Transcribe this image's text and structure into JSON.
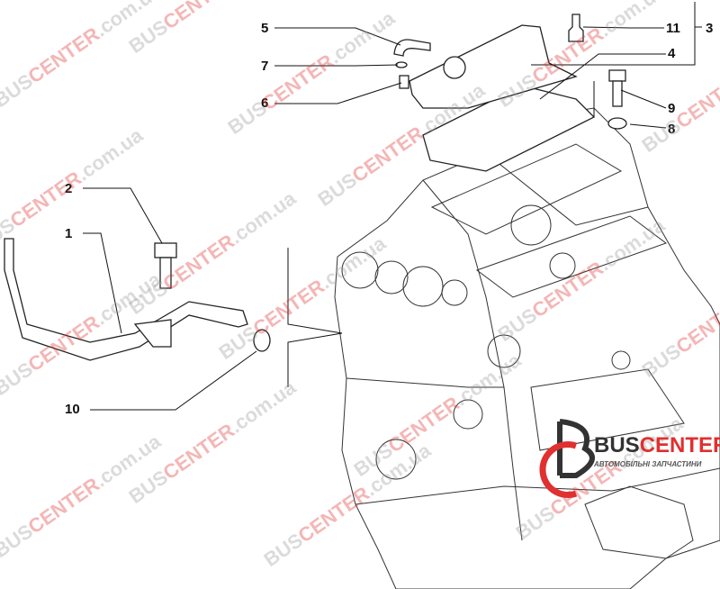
{
  "callouts": [
    {
      "id": "5",
      "label": "5"
    },
    {
      "id": "7",
      "label": "7"
    },
    {
      "id": "6",
      "label": "6"
    },
    {
      "id": "11",
      "label": "11"
    },
    {
      "id": "3",
      "label": "3"
    },
    {
      "id": "4",
      "label": "4"
    },
    {
      "id": "9",
      "label": "9"
    },
    {
      "id": "8",
      "label": "8"
    },
    {
      "id": "2",
      "label": "2"
    },
    {
      "id": "1",
      "label": "1"
    },
    {
      "id": "10",
      "label": "10"
    }
  ],
  "watermark": {
    "part1": "BUS",
    "part2": "CENTER",
    "part3": ".com.ua"
  },
  "logo": {
    "bus": "BUS",
    "center": "CENTER",
    "subtitle": "АВТОМОБІЛЬНІ ЗАПЧАСТИНИ"
  },
  "colors": {
    "accent": "#e03030",
    "gray": "#9a9a9a"
  }
}
